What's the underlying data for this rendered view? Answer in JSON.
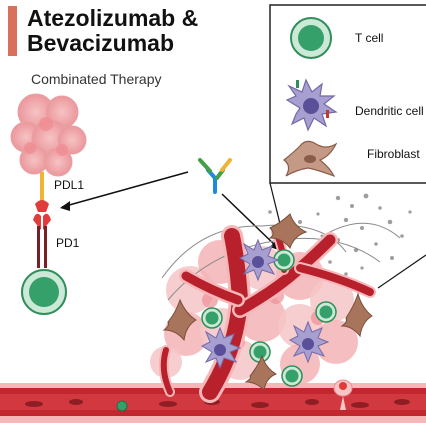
{
  "title_line1": "Atezolizumab  &",
  "title_line2": "Bevacizumab",
  "subtitle": "Combinated Therapy",
  "labels": {
    "pdl1": "PDL1",
    "pd1": "PD1"
  },
  "legend": {
    "t_cell": "T cell",
    "dendritic_cell": "Dendritic cell",
    "fibroblast": "Fibroblast"
  },
  "colors": {
    "title_accent": "#d9705c",
    "t_cell": "#3aa56f",
    "dendritic_cell": "#8f86c2",
    "fibroblast": "#a9745c",
    "vessel": "#b8202c",
    "tumor": "#f2aeb0",
    "antibody": "#4caf50"
  }
}
